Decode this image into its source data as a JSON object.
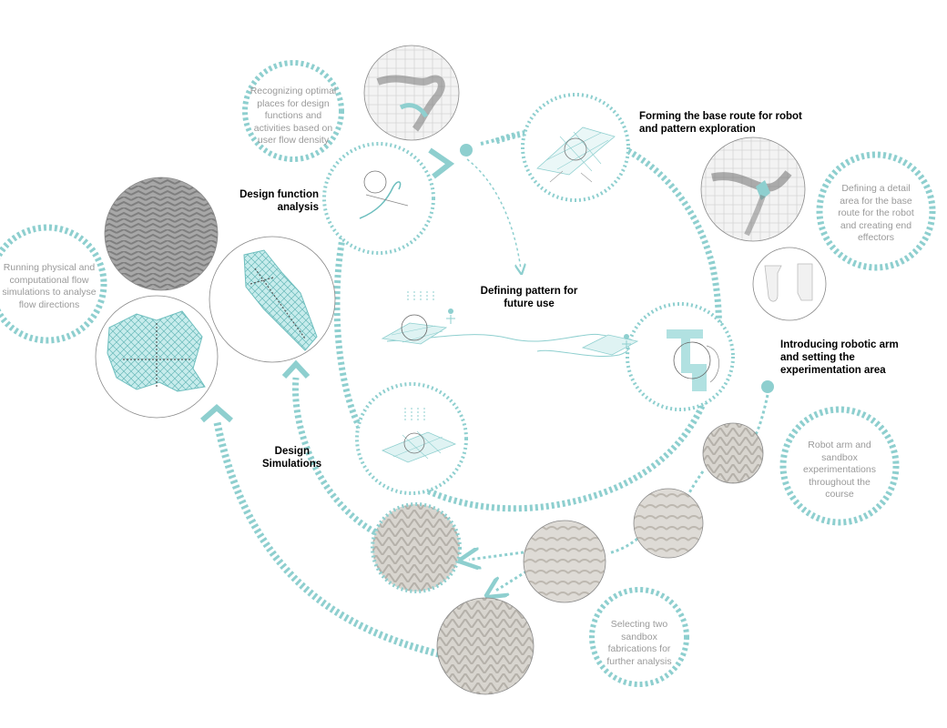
{
  "colors": {
    "accent": "#8ecfcf",
    "accent_dark": "#6dbebe",
    "outline": "#9a9a9a",
    "note_text": "#9a9a9a",
    "label_text": "#000000"
  },
  "labels": {
    "design_function": "Design function analysis",
    "forming_route": "Forming the base route for robot and pattern exploration",
    "defining_pattern": "Defining pattern for future use",
    "robotic_arm": "Introducing robotic arm and setting the experimentation area",
    "design_simulations": "Design Simulations"
  },
  "notes": {
    "optimal_places": "Recognizing optimal places for design functions and activities based on user flow density",
    "running_simulations": "Running physical and computational flow simulations to analyse flow directions",
    "detail_area": "Defining a detail area for the base route for the robot and creating end effectors",
    "robot_sandbox": "Robot arm and sandbox experimentations throughout the course",
    "selecting_two": "Selecting two sandbox fabrications for further analysis"
  }
}
